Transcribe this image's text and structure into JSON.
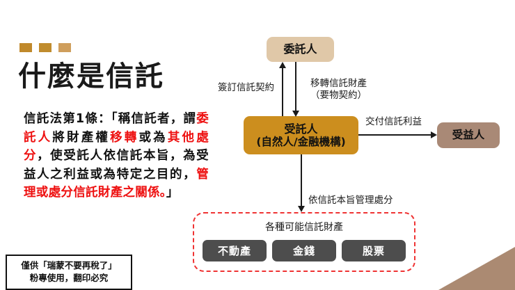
{
  "slide": {
    "title": "什麼是信託",
    "decorative_squares": [
      "#c0892b",
      "#c08c2e",
      "#cf9e5c"
    ],
    "corner_color": "#ab8a72",
    "highlight_color": "#ee1111",
    "law_quote_segments": [
      {
        "text": "信託法第1條：「稱信託者，謂",
        "highlight": false
      },
      {
        "text": "委託人",
        "highlight": true
      },
      {
        "text": "將財產權",
        "highlight": false
      },
      {
        "text": "移轉",
        "highlight": true
      },
      {
        "text": "或為",
        "highlight": false
      },
      {
        "text": "其他處分",
        "highlight": true
      },
      {
        "text": "，使受託人依信託本旨，為受益人之利益或為特定之目的，",
        "highlight": false
      },
      {
        "text": "管理或處分信託財產之關係。",
        "highlight": true
      },
      {
        "text": "」",
        "highlight": false
      }
    ],
    "law_quote_plain": "信託法第1條：「稱信託者，謂委託人將財產權移轉或為其他處分，使受託人依信託本旨，為受益人之利益或為特定之目的，管理或處分信託財產之關係。」",
    "watermark_line1": "僅供「瑞蒙不要再稅了」",
    "watermark_line2": "粉專使用，翻印必究"
  },
  "diagram": {
    "nodes": {
      "settlor": {
        "label": "委託人",
        "color": "#e0c8a8"
      },
      "trustee": {
        "label_line1": "受託人",
        "label_line2": "(自然人/金融機構)",
        "color": "#cc8e1e"
      },
      "beneficiary": {
        "label": "受益人",
        "color": "#a98976"
      }
    },
    "edges": {
      "sign_contract": "簽訂信託契約",
      "transfer_property_line1": "移轉信託財產",
      "transfer_property_line2": "（要物契約）",
      "deliver_benefit": "交付信託利益",
      "manage_per_purpose": "依信託本旨管理處分"
    },
    "assets": {
      "title": "各種可能信託財產",
      "border_color": "#ef3333",
      "chip_color": "#4d4d4d",
      "items": [
        "不動產",
        "金錢",
        "股票"
      ]
    }
  }
}
